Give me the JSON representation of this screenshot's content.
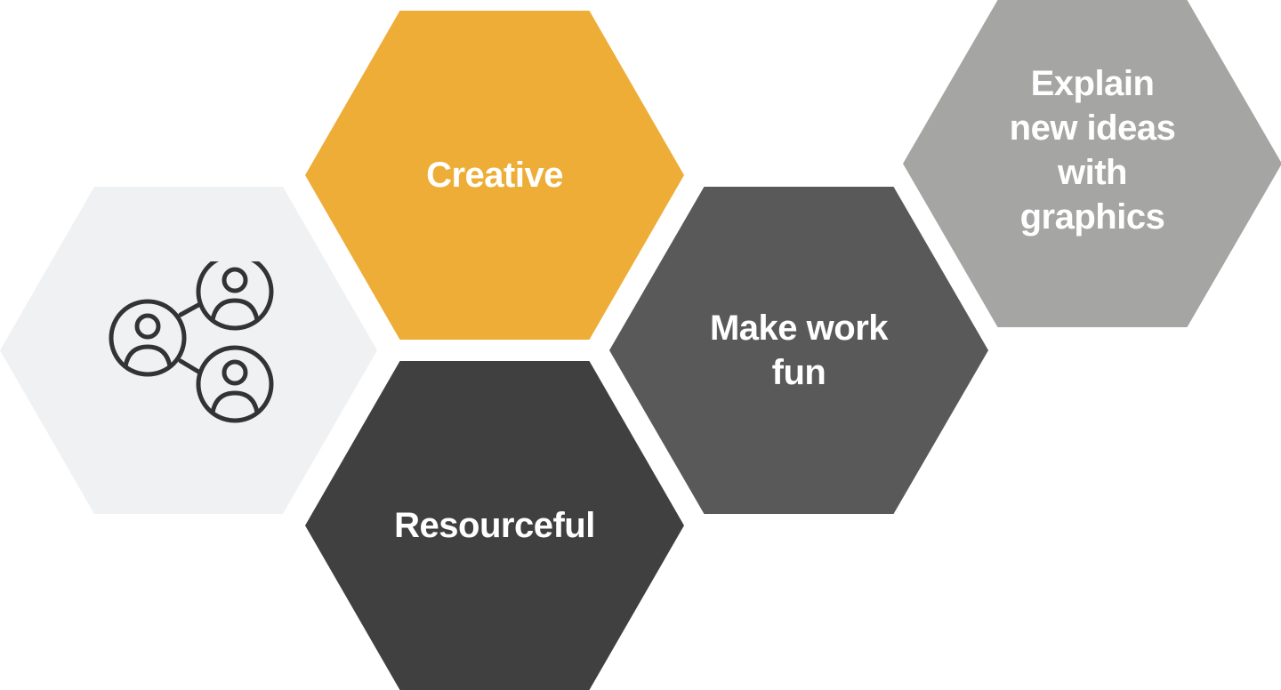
{
  "hexagons": {
    "people": {
      "icon": "people-network-icon",
      "color": "#f0f1f3"
    },
    "creative": {
      "label": "Creative",
      "color": "#eead36"
    },
    "resourceful": {
      "label": "Resourceful",
      "color": "#404040"
    },
    "fun": {
      "line1": "Make work",
      "line2": "fun",
      "color": "#595959"
    },
    "explain": {
      "line1": "Explain",
      "line2": "new ideas",
      "line3": "with",
      "line4": "graphics",
      "color": "#a5a5a4"
    }
  }
}
